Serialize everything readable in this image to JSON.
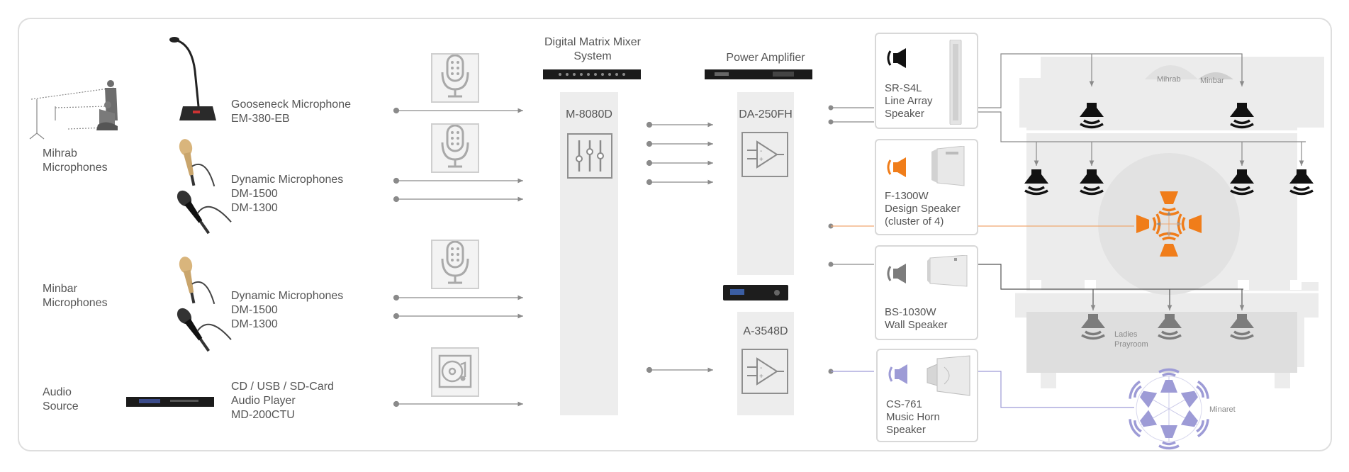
{
  "groups": {
    "mihrab": [
      "Mihrab",
      "Microphones"
    ],
    "minbar": [
      "Minbar",
      "Microphones"
    ],
    "audio": [
      "Audio",
      "Source"
    ]
  },
  "devices": {
    "gooseneck": [
      "Gooseneck Microphone",
      "EM-380-EB"
    ],
    "dynamic1": [
      "Dynamic Microphones",
      "DM-1500",
      "DM-1300"
    ],
    "dynamic2": [
      "Dynamic Microphones",
      "DM-1500",
      "DM-1300"
    ],
    "player": [
      "CD / USB / SD-Card",
      "Audio Player",
      "MD-200CTU"
    ]
  },
  "mixer": {
    "title_line1": "Digital Matrix Mixer",
    "title_line2": "System",
    "model": "M-8080D"
  },
  "amplifier": {
    "title": "Power Amplifier",
    "model1": "DA-250FH",
    "model2": "A-3548D"
  },
  "speakers": {
    "sr": [
      "SR-S4L",
      "Line Array",
      "Speaker"
    ],
    "f": [
      "F-1300W",
      "Design Speaker",
      "(cluster of 4)"
    ],
    "bs": [
      "BS-1030W",
      "Wall Speaker"
    ],
    "cs": [
      "CS-761",
      "Music Horn",
      "Speaker"
    ]
  },
  "zones": {
    "mihrab": "Mihrab",
    "minbar": "Minbar",
    "ladies1": "Ladies",
    "ladies2": "Prayroom",
    "minaret": "Minaret"
  },
  "colors": {
    "orange": "#f07d1a",
    "lavender": "#9d9bd6",
    "line": "#8a8a8a",
    "speaker": "#111111"
  },
  "icons": [
    "microphone-icon",
    "microphone-icon",
    "microphone-icon",
    "cd-music-icon",
    "mixer-sliders-icon",
    "amplifier-icon",
    "speaker-icon"
  ]
}
